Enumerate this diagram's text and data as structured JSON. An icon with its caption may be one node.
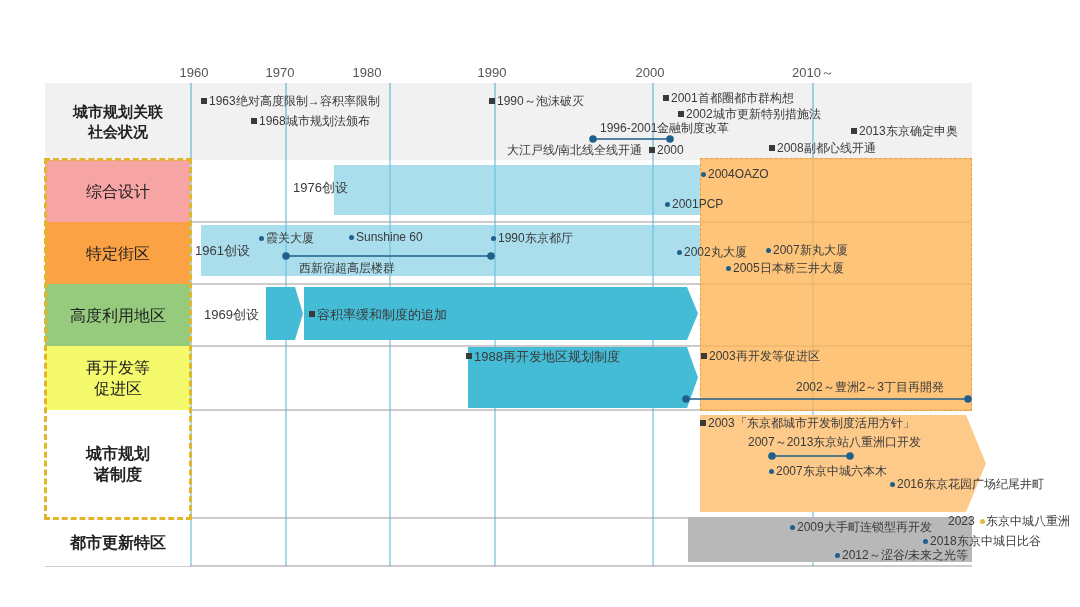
{
  "diagram": {
    "nodes": [
      {
        "text": [
          "城市规划关联社会状况",
          "1963绝对高度限制→容积率限制",
          "1968城市规划法颁布",
          "1990～泡沫破灭",
          "2001首都圈都市群构想",
          "2002城市更新特别措施法",
          "1996-2001金融制度改革",
          "2013东京确定申奥",
          "大江戸线/南北线全线开通",
          "2000",
          "2008副都心线开通"
        ]
      },
      {
        "text": [
          "综合设计"
        ]
      },
      {
        "text": [
          "2001PCP"
        ],
        "beside": [
          "1976创设"
        ]
      },
      {
        "text": [
          "2004OAZO",
          "2002丸大厦",
          "2007新丸大厦",
          "2005日本桥三井大厦",
          "2003再开发等促进区",
          "2002～豊洲2～3丁目再開発"
        ]
      },
      {
        "text": [
          "特定街区"
        ]
      },
      {
        "text": [
          "1961创设",
          "霞关大厦",
          "Sunshine 60",
          "1990东京都厅",
          "西新宿超高层楼群"
        ]
      },
      {
        "text": [
          "高度利用地区"
        ]
      },
      {
        "text": [],
        "shape": "pentagon",
        "beside": [
          "1969创设"
        ]
      },
      {
        "text": [
          "容积率缓和制度的追加"
        ]
      },
      {
        "text": [
          "再开发等促进区"
        ]
      },
      {
        "text": [
          "1988再开发地区规划制度"
        ]
      },
      {
        "text": [
          "城市规划诸制度"
        ]
      },
      {
        "text": [
          "2003「东京都城市开发制度活用方针」",
          "2007～2013东京站八重洲口开发",
          "2007东京中城六本木",
          "2016东京花园广场纪尾井町"
        ]
      },
      {
        "text": [
          "都市更新特区"
        ]
      },
      {
        "text": [
          "2009大手町连锁型再开发",
          "2023",
          "东京中城八重洲",
          "2018东京中城日比谷",
          "2012～涩谷/未来之光等"
        ]
      }
    ],
    "labels": [
      "1960",
      "1970",
      "1980",
      "1990",
      "2000",
      "2010～"
    ]
  }
}
